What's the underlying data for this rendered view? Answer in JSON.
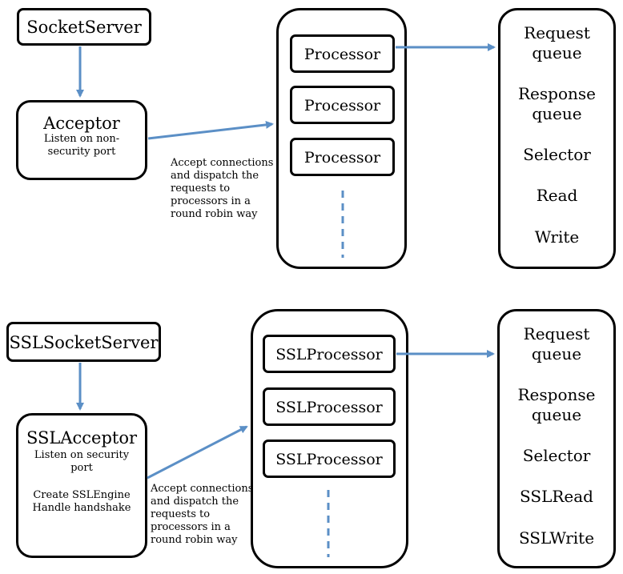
{
  "top": {
    "server_label": "SocketServer",
    "acceptor_title": "Acceptor",
    "acceptor_desc": [
      "Listen on non-",
      "security port"
    ],
    "caption": [
      "Accept connections",
      "and dispatch the",
      "requests to",
      "processors in a",
      "round robin way"
    ],
    "processors": [
      "Processor",
      "Processor",
      "Processor"
    ],
    "queue_items": [
      [
        "Request",
        "queue"
      ],
      [
        "Response",
        "queue"
      ],
      [
        "Selector"
      ],
      [
        "Read"
      ],
      [
        "Write"
      ]
    ]
  },
  "bottom": {
    "server_label": "SSLSocketServer",
    "acceptor_title": "SSLAcceptor",
    "acceptor_desc": [
      "Listen on security",
      "port",
      "",
      "Create SSLEngine",
      "Handle handshake"
    ],
    "caption": [
      "Accept connections",
      "and dispatch the",
      "requests to",
      "processors in a",
      "round robin way"
    ],
    "processors": [
      "SSLProcessor",
      "SSLProcessor",
      "SSLProcessor"
    ],
    "queue_items": [
      [
        "Request",
        "queue"
      ],
      [
        "Response",
        "queue"
      ],
      [
        "Selector"
      ],
      [
        "SSLRead"
      ],
      [
        "SSLWrite"
      ]
    ]
  },
  "colors": {
    "arrow": "#5b8fc6",
    "border": "#000000"
  }
}
